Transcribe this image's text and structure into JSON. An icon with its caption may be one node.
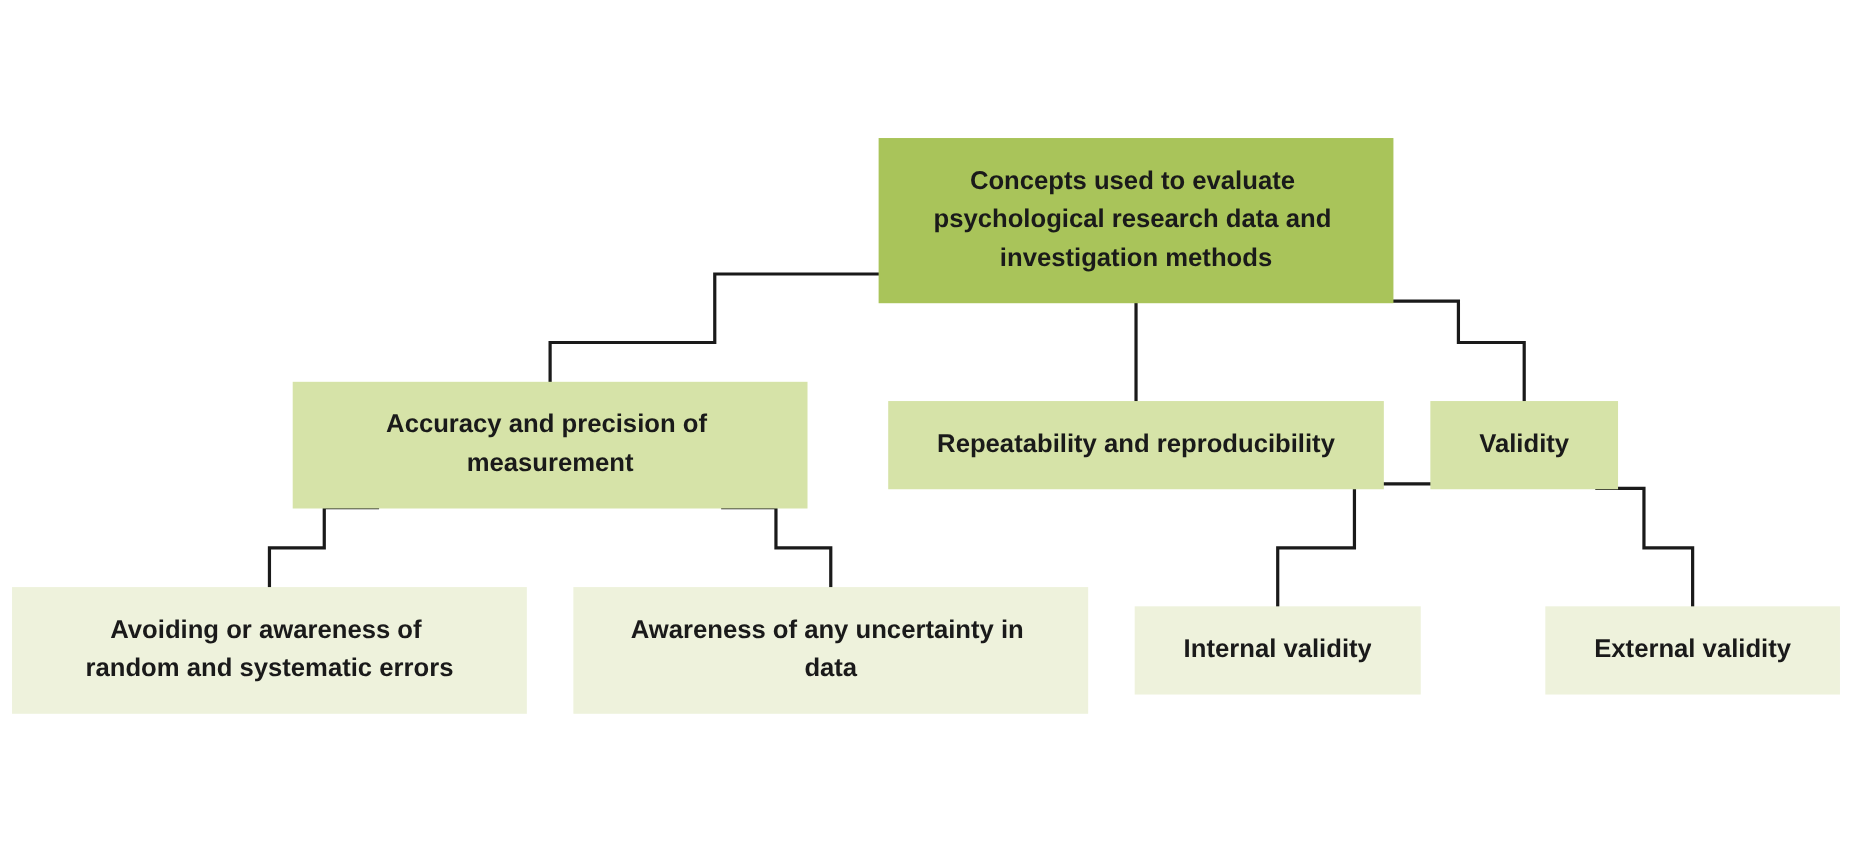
{
  "diagram": {
    "nodes": [
      {
        "text": [
          "Concepts used to evaluate psychological research data and investigation methods"
        ]
      },
      {
        "text": [
          "Accuracy and precision of measurement"
        ]
      },
      {
        "text": [
          "Repeatability and reproducibility"
        ]
      },
      {
        "text": [
          "Validity"
        ]
      },
      {
        "text": [
          "Avoiding or awareness of random and systematic errors"
        ]
      },
      {
        "text": [
          "Awareness of any uncertainty in data"
        ]
      },
      {
        "text": [
          "Internal validity"
        ]
      },
      {
        "text": [
          "External validity"
        ]
      }
    ],
    "edges": [
      {
        "from": 0,
        "to": 1,
        "arrow": "none"
      },
      {
        "from": 0,
        "to": 2,
        "arrow": "none"
      },
      {
        "from": 0,
        "to": 3,
        "arrow": "none"
      },
      {
        "from": 1,
        "to": 4,
        "arrow": "none"
      },
      {
        "from": 1,
        "to": 5,
        "arrow": "none"
      },
      {
        "from": 3,
        "to": 6,
        "arrow": "none"
      },
      {
        "from": 3,
        "to": 7,
        "arrow": "none"
      }
    ]
  }
}
